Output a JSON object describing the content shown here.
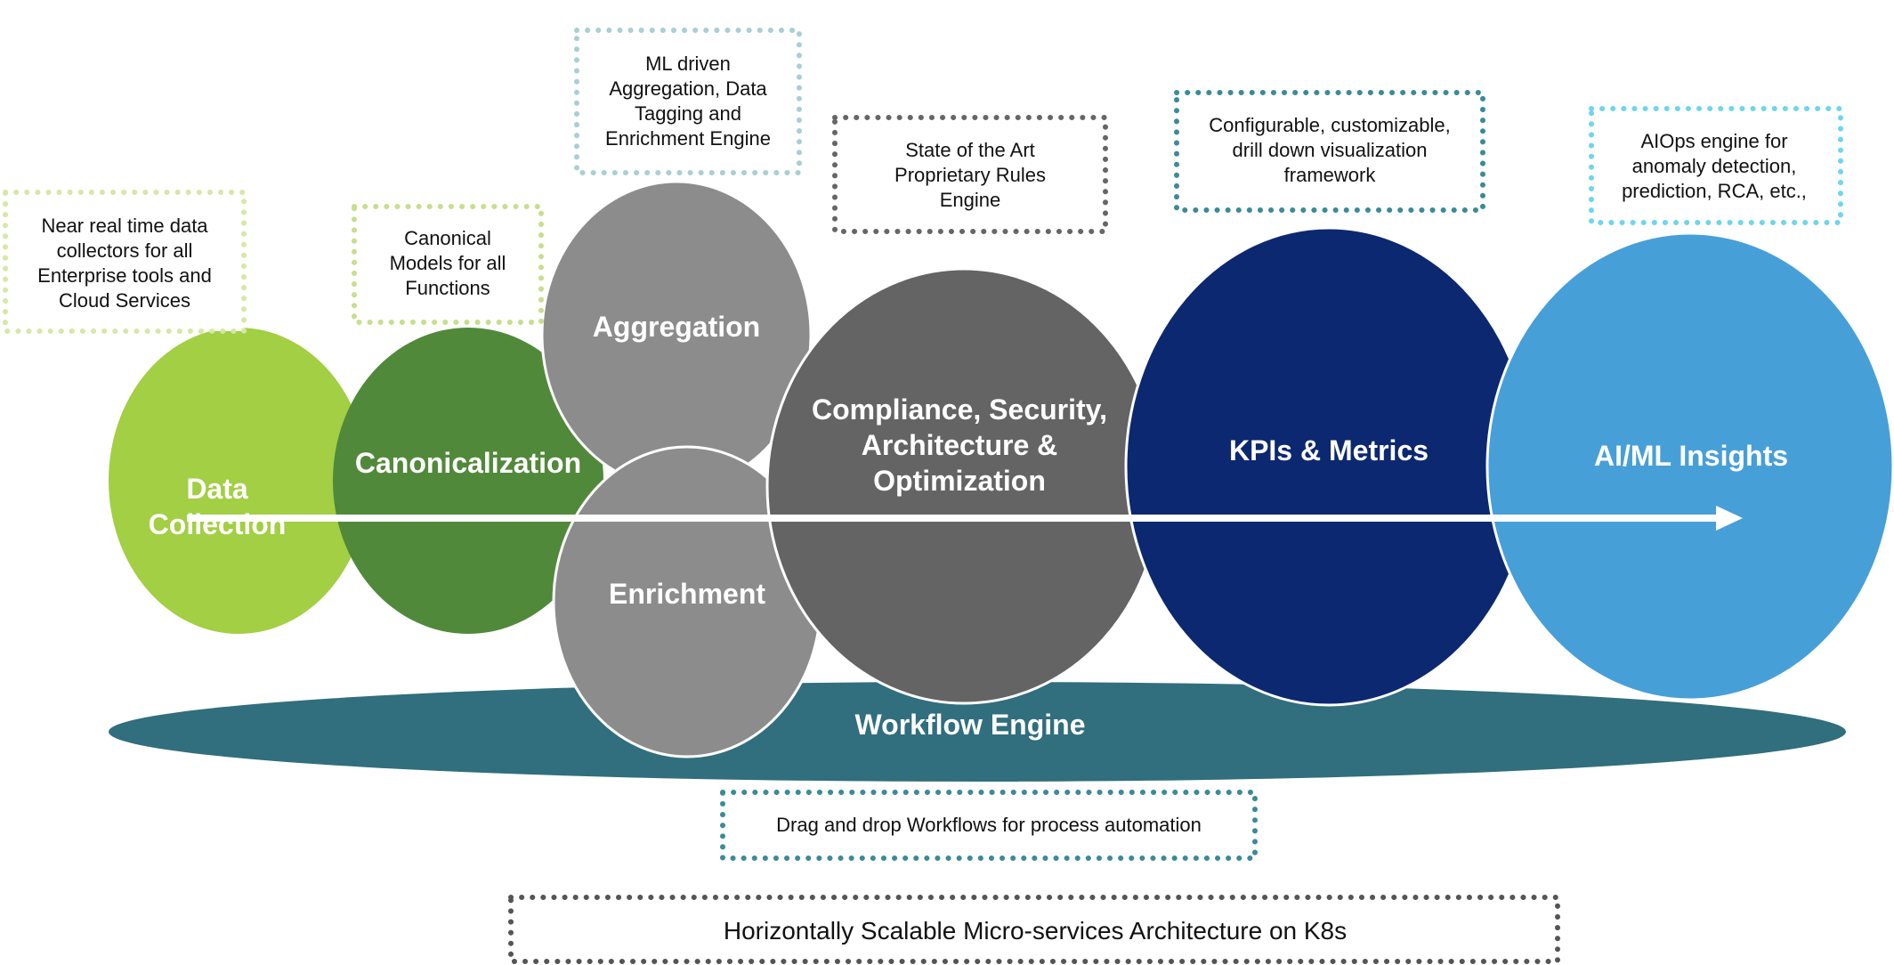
{
  "bubbles": {
    "data_collection": {
      "lines": [
        "Data",
        "Collection"
      ],
      "color": "#a2cf43",
      "text_color": "#2b2b2b"
    },
    "canonicalization": {
      "lines": [
        "Canonicalization"
      ],
      "color": "#51893a",
      "text_color": "#ffffff"
    },
    "aggregation": {
      "lines": [
        "Aggregation"
      ],
      "color": "#8c8c8c",
      "text_color": "#ffffff"
    },
    "enrichment": {
      "lines": [
        "Enrichment"
      ],
      "color": "#8c8c8c",
      "text_color": "#ffffff"
    },
    "compliance": {
      "lines": [
        "Compliance, Security,",
        "Architecture &",
        "Optimization"
      ],
      "color": "#646464",
      "text_color": "#ffffff"
    },
    "kpis": {
      "lines": [
        "KPIs & Metrics"
      ],
      "color": "#0c2870",
      "text_color": "#ffffff"
    },
    "aiml": {
      "lines": [
        "AI/ML Insights"
      ],
      "color": "#479fd8",
      "text_color": "#ffffff"
    },
    "workflow": {
      "lines": [
        "Workflow Engine"
      ],
      "color": "#316e7e",
      "text_color": "#ffffff"
    }
  },
  "notes": {
    "data_collectors": {
      "lines": [
        "Near real time data",
        "collectors for all",
        "Enterprise tools and",
        "Cloud Services"
      ],
      "border_color": "#d7e7a6"
    },
    "canonical_models": {
      "lines": [
        "Canonical",
        "Models for all",
        "Functions"
      ],
      "border_color": "#c6df8c"
    },
    "ml_aggregation": {
      "lines": [
        "ML driven",
        "Aggregation, Data",
        "Tagging and",
        "Enrichment Engine"
      ],
      "border_color": "#a9cfd3"
    },
    "rules_engine": {
      "lines": [
        "State of the Art",
        "Proprietary Rules",
        "Engine"
      ],
      "border_color": "#666666"
    },
    "visualization": {
      "lines": [
        "Configurable, customizable,",
        "drill down visualization",
        "framework"
      ],
      "border_color": "#3b8a99"
    },
    "aiops": {
      "lines": [
        "AIOps engine for",
        "anomaly detection,",
        "prediction, RCA, etc.,"
      ],
      "border_color": "#6fd5ee"
    },
    "workflows": {
      "lines": [
        "Drag and drop Workflows for process automation"
      ],
      "border_color": "#3b8a99"
    },
    "architecture": {
      "lines": [
        "Horizontally Scalable Micro-services Architecture on K8s"
      ],
      "border_color": "#555555"
    }
  },
  "arrow": {
    "color": "#ffffff"
  }
}
